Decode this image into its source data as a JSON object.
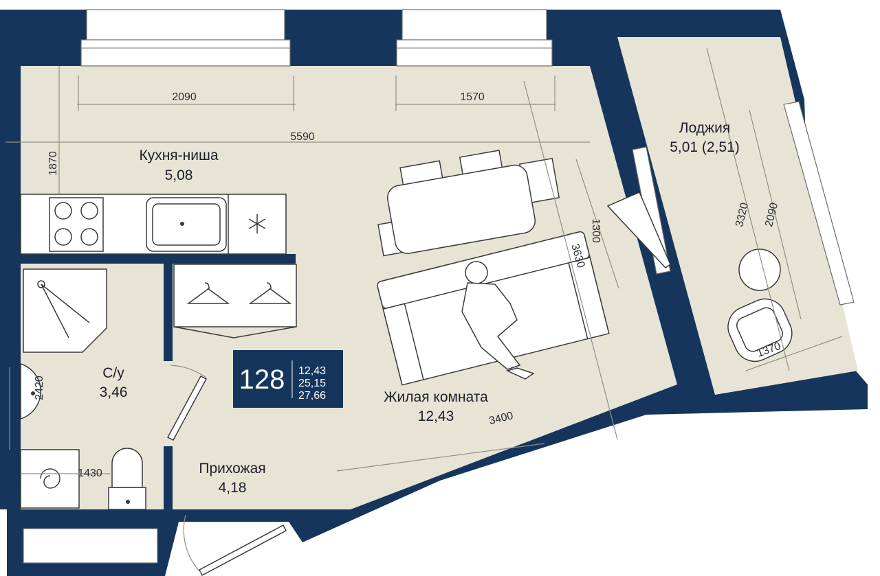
{
  "colors": {
    "wall": "#15355c",
    "floor": "#e7e4d6",
    "background": "#ffffff"
  },
  "rooms": {
    "kitchen": {
      "name": "Кухня-ниша",
      "area": "5,08"
    },
    "bathroom": {
      "name": "С/у",
      "area": "3,46"
    },
    "hall": {
      "name": "Прихожая",
      "area": "4,18"
    },
    "living": {
      "name": "Жилая комната",
      "area": "12,43"
    },
    "loggia": {
      "name": "Лоджия",
      "area": "5,01 (2,51)"
    }
  },
  "dimensions": {
    "kitchen_top_left": "2090",
    "kitchen_top_right": "1570",
    "overall_width": "5590",
    "kitchen_depth": "1870",
    "window_span": "1300",
    "sofa_wall": "3630",
    "bath_length": "2420",
    "bath_width": "1430",
    "living_width": "3400",
    "loggia_long": "3320",
    "loggia_short": "2090",
    "loggia_width": "1370"
  },
  "badge": {
    "number": "128",
    "living_area": "12,43",
    "area_b": "25,15",
    "total_area": "27,66"
  },
  "icons": [
    "snowflake-icon",
    "hanger-icon",
    "person-icon",
    "shower-icon",
    "toilet-icon",
    "sink-icon"
  ]
}
